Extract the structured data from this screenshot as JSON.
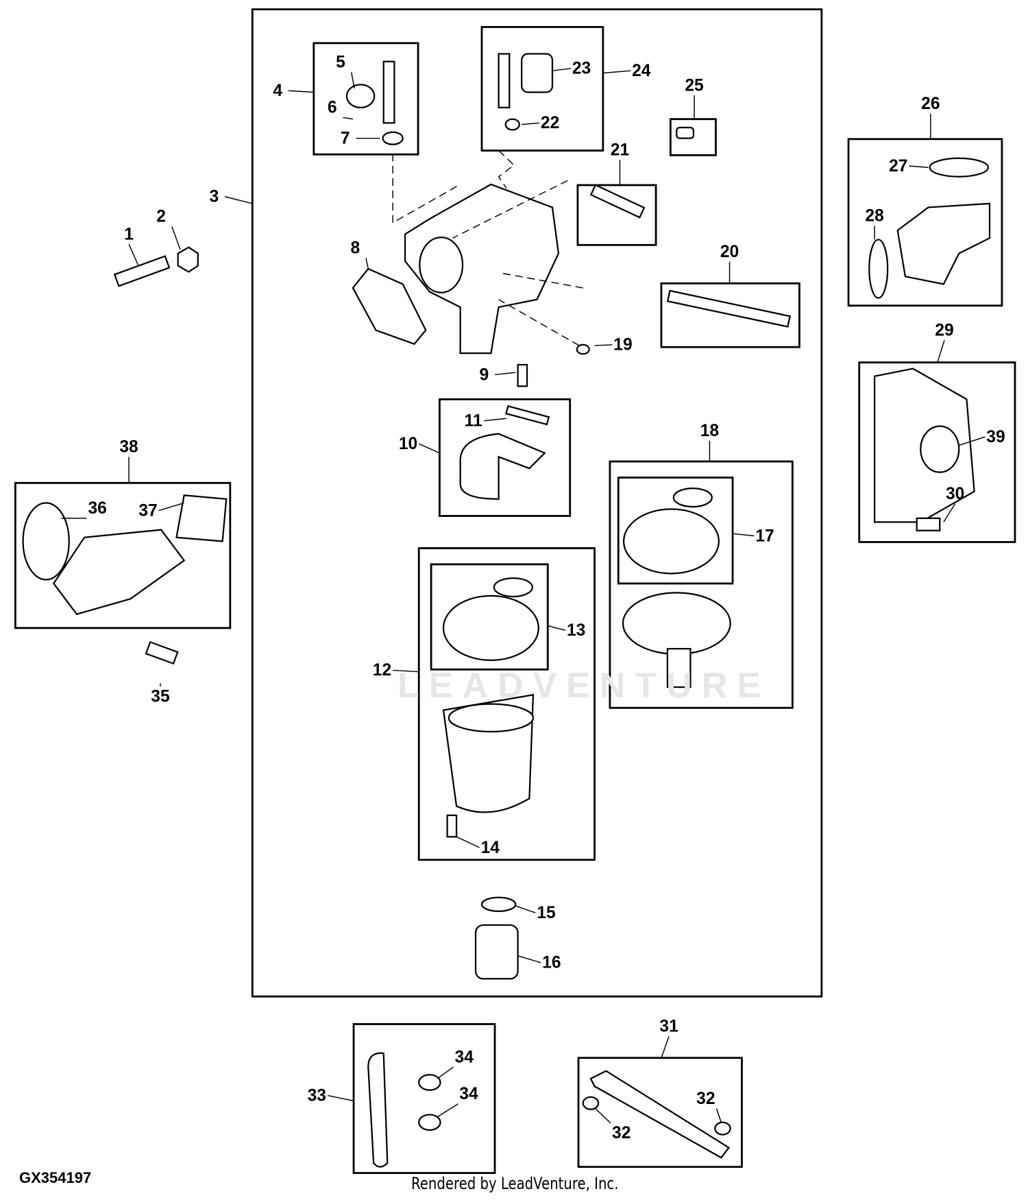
{
  "figure_id": "GX354197",
  "credit": "Rendered by LeadVenture, Inc.",
  "watermark": "LEADVENTURE",
  "callouts": [
    "1",
    "2",
    "3",
    "4",
    "5",
    "6",
    "7",
    "8",
    "9",
    "10",
    "11",
    "12",
    "13",
    "14",
    "15",
    "16",
    "17",
    "18",
    "19",
    "20",
    "21",
    "22",
    "23",
    "24",
    "25",
    "26",
    "27",
    "28",
    "29",
    "30",
    "31",
    "32",
    "32",
    "33",
    "34",
    "34",
    "35",
    "36",
    "37",
    "38",
    "39"
  ]
}
